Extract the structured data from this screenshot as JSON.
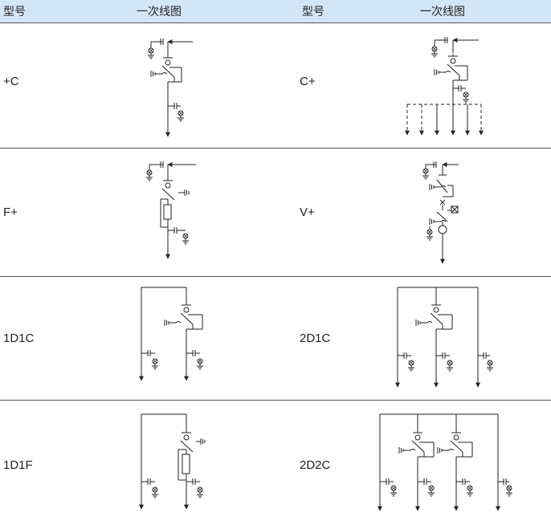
{
  "header": {
    "col_model": "型号",
    "col_diagram": "一次线图",
    "col_model_2": "型号",
    "col_diagram_2": "一次线图"
  },
  "rows": [
    {
      "left": "+C",
      "right": "C+"
    },
    {
      "left": "F+",
      "right": "V+"
    },
    {
      "left": "1D1C",
      "right": "2D1C"
    },
    {
      "left": "1D1F",
      "right": "2D2C"
    }
  ],
  "colors": {
    "header_bg": "#d3e6f6",
    "line": "#222222",
    "divider": "#555555"
  }
}
